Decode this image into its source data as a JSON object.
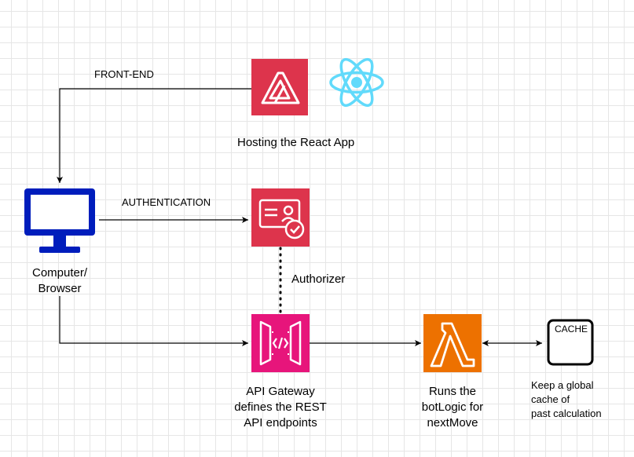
{
  "labels": {
    "frontend": "FRONT-END",
    "authentication": "AUTHENTICATION",
    "authorizer": "Authorizer",
    "hosting": "Hosting the React App",
    "computer": "Computer/\nBrowser",
    "api_gateway": "API Gateway\ndefines the REST\nAPI endpoints",
    "lambda": "Runs the\nbotLogic for\nnextMove",
    "cache_note": "Keep a global\ncache of\npast calculation",
    "cache_icon_text": "CACHE"
  },
  "colors": {
    "amplify": "#DD344C",
    "cognito": "#DD344C",
    "api_gateway": "#E7157B",
    "lambda": "#ED7100",
    "monitor": "#001DBC",
    "react": "#61DAFB"
  },
  "icons": [
    "amplify-icon",
    "react-icon",
    "monitor-icon",
    "cognito-icon",
    "api-gateway-icon",
    "lambda-icon",
    "cache-icon"
  ]
}
